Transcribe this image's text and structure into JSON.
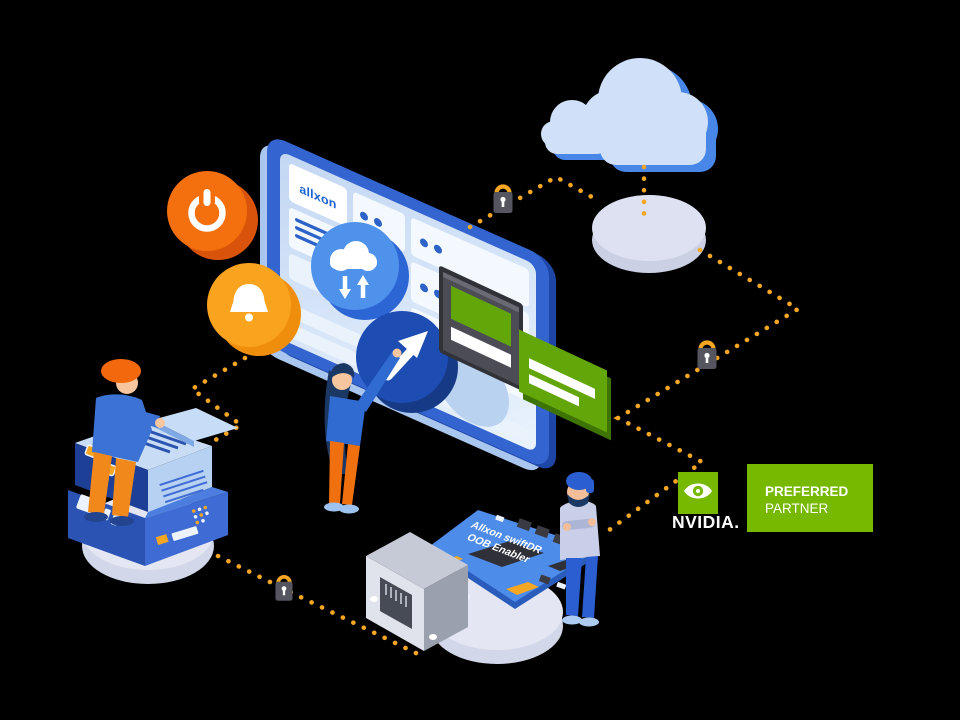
{
  "scene": {
    "background_color": "#000000"
  },
  "dashboard": {
    "logo_text": "allxon"
  },
  "oob_board": {
    "label_line1": "Allxon swiftDR",
    "label_line2": "OOB Enabler"
  },
  "nvidia_badge": {
    "brand_text": "NVIDIA.",
    "tier_line1": "PREFERRED",
    "tier_line2": "PARTNER",
    "green": "#76B900"
  },
  "icons": {
    "power": "⏻",
    "notification_bell": "🔔",
    "cloud_sync": "☁⇅",
    "cursor_arrow": "➤",
    "security_lock": "🔒",
    "cloud": "☁"
  },
  "colors": {
    "connection_dots": "#F5A623",
    "allxon_blue": "#1B62D4",
    "dashboard_frame": "#3364CF",
    "power_orange": "#F4700E",
    "bell_amber": "#F9A31F",
    "terminal_green": "#63A60A",
    "pcb_blue": "#4E8CE9",
    "platform_gray": "#E4E7F3"
  }
}
